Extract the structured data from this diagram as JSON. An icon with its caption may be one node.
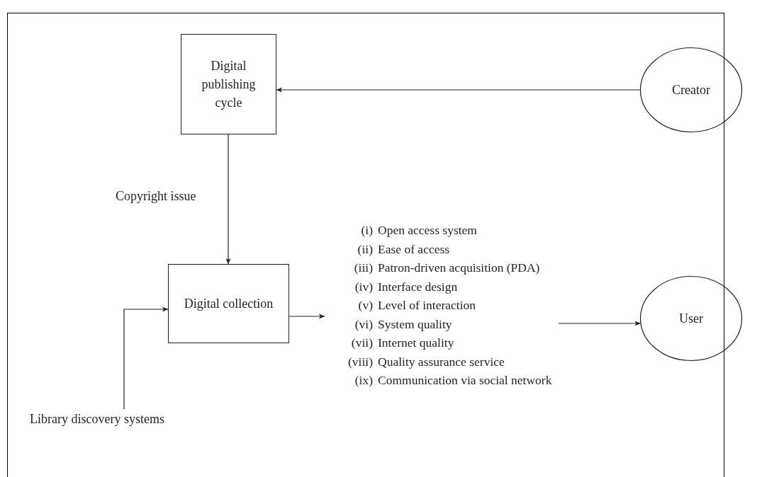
{
  "diagram": {
    "nodes": [
      {
        "text": [
          "Digital publishing cycle"
        ]
      },
      {
        "text": [
          "Creator"
        ]
      },
      {
        "text": [
          "Digital collection"
        ]
      },
      {
        "text": [
          "Library discovery systems"
        ]
      },
      {
        "text": [
          "(i) Open access system",
          "(ii) Ease of access",
          "(iii) Patron-driven acquisition (PDA)",
          "(iv) Interface design",
          "(v) Level of interaction",
          "(vi) System quality",
          "(vii) Internet quality",
          "(viii) Quality assurance service",
          "(ix) Communication via social network"
        ]
      },
      {
        "text": [
          "User"
        ]
      }
    ],
    "edges": [
      {
        "from": 1,
        "to": 0,
        "arrow": "to"
      },
      {
        "from": 0,
        "to": 2,
        "arrow": "to",
        "label": "Copyright issue"
      },
      {
        "from": 3,
        "to": 2,
        "arrow": "to"
      },
      {
        "from": 2,
        "to": 4,
        "arrow": "to"
      },
      {
        "from": 4,
        "to": 5,
        "arrow": "to"
      }
    ]
  }
}
